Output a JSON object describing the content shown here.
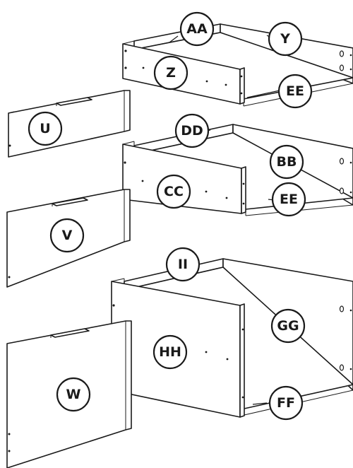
{
  "callouts": {
    "aa": "AA",
    "y": "Y",
    "z": "Z",
    "ee_top": "EE",
    "u": "U",
    "dd": "DD",
    "bb": "BB",
    "cc": "CC",
    "ee_mid": "EE",
    "v": "V",
    "ii": "II",
    "gg": "GG",
    "hh": "HH",
    "ff": "FF",
    "w": "W"
  }
}
